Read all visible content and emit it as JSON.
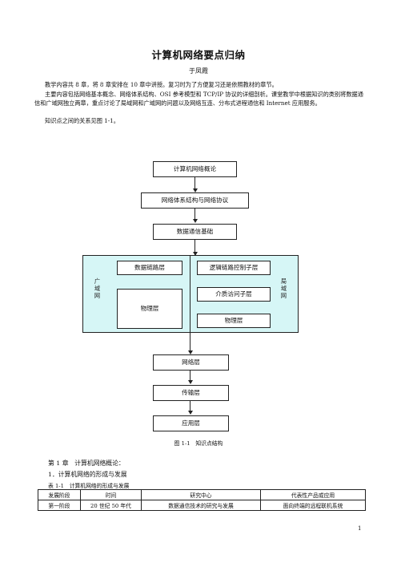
{
  "title": "计算机网络要点归纳",
  "author": "于凤霞",
  "paragraphs": [
    "教学内容共 8 章，将 8 章安排在 10 章中讲授。复习时为了方便复习还是依照教材的章节。",
    "主要内容包括网络基本概念、网络体系结构、OSI 参考模型和 TCP/IP 协议的详细剖析。课堂教学中根据知识的类别将数据通信和广域网独立两章，重点讨论了局域网和广域网的问题以及网络互连、分布式进程通信和 Internet 应用服务。",
    "知识点之间的关系见图 1-1。"
  ],
  "diagram": {
    "boxes": {
      "overview": "计算机网络概论",
      "architecture": "网络体系结构与网络协议",
      "datacomm": "数据通信基础",
      "datalink": "数据链路层",
      "llc": "逻辑链路控制子层",
      "mac": "介质访问子层",
      "physical_wan": "物理层",
      "physical_lan": "物理层",
      "network": "网络层",
      "transport": "传输层",
      "application": "应用层"
    },
    "left_label": "广域网",
    "right_label": "局域网",
    "colors": {
      "region_fill": "#d6f6f6"
    },
    "caption": "图 1-1　知识点结构"
  },
  "chapter": {
    "heading": "第 1 章　计算机网络概论：",
    "subheading": "1．计算机网络的形成与发展",
    "table_caption": "表 1-1　计算机网络的形成与发展"
  },
  "table": {
    "headers": [
      "发展阶段",
      "时间",
      "研究中心",
      "代表性产品或应用"
    ],
    "rows": [
      [
        "第一阶段",
        "20 世纪 50 年代",
        "数据通信技术的研究与发展",
        "面向终端的远程联机系统"
      ]
    ]
  },
  "page_number": "1"
}
